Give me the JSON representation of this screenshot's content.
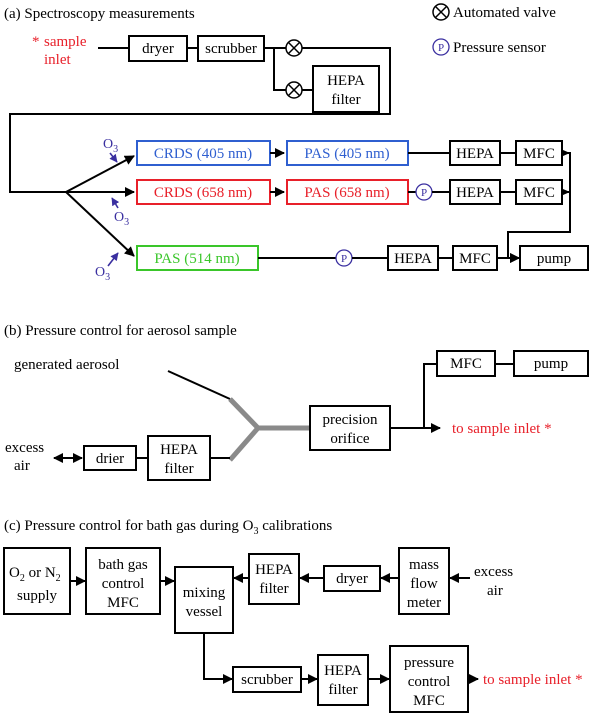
{
  "colors": {
    "red": "#e8202a",
    "blue": "#2f5fd0",
    "green": "#3ac62a",
    "purple": "#3a2fa0",
    "gray": "#8a8a8a"
  },
  "panel_a": {
    "title": "(a) Spectroscopy measurements",
    "legend_valve": "Automated valve",
    "legend_pressure": "Pressure sensor",
    "pressure_symbol": "P",
    "sample_inlet_star": "*",
    "sample_inlet_line1": "sample",
    "sample_inlet_line2": "inlet",
    "dryer": "dryer",
    "scrubber": "scrubber",
    "hepa_filter_line1": "HEPA",
    "hepa_filter_line2": "filter",
    "ozone_base": "O",
    "ozone_sub": "3",
    "crds405": "CRDS (405 nm)",
    "pas405": "PAS (405 nm)",
    "crds658": "CRDS (658 nm)",
    "pas658": "PAS (658 nm)",
    "pas514": "PAS (514 nm)",
    "hepa": "HEPA",
    "mfc": "MFC",
    "pump": "pump"
  },
  "panel_b": {
    "title": "(b) Pressure control for aerosol sample",
    "generated_aerosol": "generated aerosol",
    "excess_air_line1": "excess",
    "excess_air_line2": "air",
    "drier": "drier",
    "hepa_line1": "HEPA",
    "hepa_line2": "filter",
    "orifice_line1": "precision",
    "orifice_line2": "orifice",
    "mfc": "MFC",
    "pump": "pump",
    "to_sample_inlet": "to sample inlet *"
  },
  "panel_c": {
    "title": "(c) Pressure control for bath gas during O",
    "title_sub": "3",
    "title_end": " calibrations",
    "supply_o": "O",
    "supply_o_sub": "2",
    "supply_or": " or N",
    "supply_n_sub": "2",
    "supply_line2": "supply",
    "bath_line1": "bath gas",
    "bath_line2": "control",
    "bath_line3": "MFC",
    "mixing_line1": "mixing",
    "mixing_line2": "vessel",
    "hepa_line1": "HEPA",
    "hepa_line2": "filter",
    "dryer": "dryer",
    "massflow_line1": "mass",
    "massflow_line2": "flow",
    "massflow_line3": "meter",
    "excess_line1": "excess",
    "excess_line2": "air",
    "scrubber": "scrubber",
    "pc_line1": "pressure",
    "pc_line2": "control",
    "pc_line3": "MFC",
    "to_sample_inlet": "to sample inlet *"
  }
}
